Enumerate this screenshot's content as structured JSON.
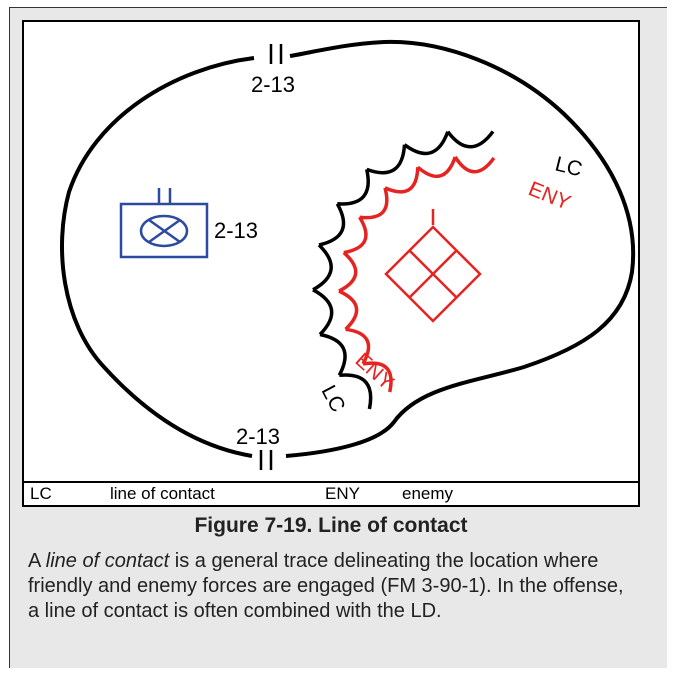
{
  "diagram": {
    "unit_label_top": "2-13",
    "unit_label_symbol": "2-13",
    "unit_label_bottom": "2-13",
    "lc_label_top": "LC",
    "lc_label_bottom": "LC",
    "eny_label_top": "ENY",
    "eny_label_bottom": "ENY",
    "colors": {
      "friendly": "#2b4aa0",
      "enemy": "#e52421",
      "boundary": "#000000"
    }
  },
  "legend": {
    "lc_abbrev": "LC",
    "lc_text": "line of contact",
    "eny_abbrev": "ENY",
    "eny_text": "enemy"
  },
  "caption": "Figure 7-19. Line of contact",
  "description": {
    "prefix": "A ",
    "term": "line of contact",
    "suffix": " is a general trace delineating the location where friendly and enemy forces are engaged (FM 3-90-1). In the offense, a line of contact is often combined with the LD."
  }
}
